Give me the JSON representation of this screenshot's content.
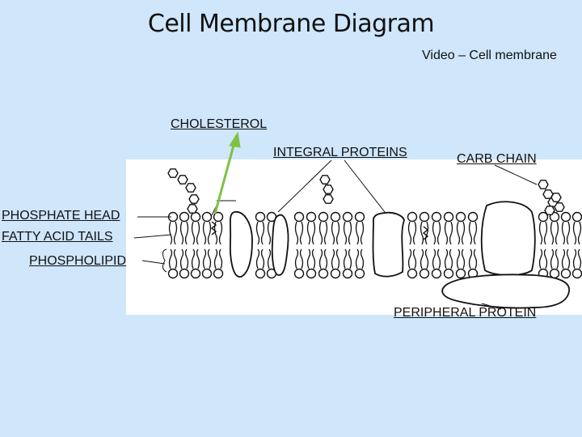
{
  "slide": {
    "title": "Cell Membrane Diagram",
    "video_link": "Video – Cell membrane"
  },
  "labels": {
    "cholesterol": "CHOLESTEROL",
    "integral_proteins": "INTEGRAL PROTEINS",
    "carb_chain": "CARB CHAIN",
    "phosphate_head": "PHOSPHATE HEAD",
    "fatty_acid_tails": "FATTY ACID TAILS",
    "phospholipid": "PHOSPHOLIPID",
    "peripheral_protein": "PERIPHERAL PROTEIN"
  },
  "colors": {
    "background": "#cfe6fb",
    "panel": "#ffffff",
    "arrow": "#7dc242",
    "ink": "#111111"
  }
}
